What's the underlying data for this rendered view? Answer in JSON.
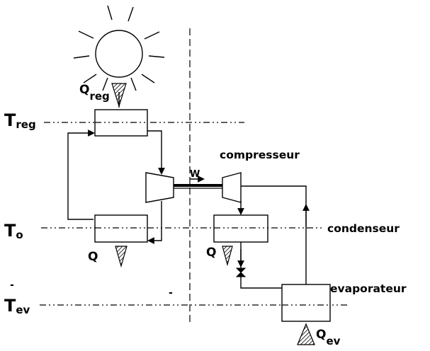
{
  "labels": {
    "t_reg": {
      "main": "T",
      "sub": "reg"
    },
    "t_o": {
      "main": "T",
      "sub": "o"
    },
    "t_ev": {
      "main": "T",
      "sub": "ev"
    },
    "q_reg": {
      "main": "Q",
      "sub": "reg"
    },
    "q_ev": {
      "main": "Q",
      "sub": "ev"
    },
    "q_left": "Q",
    "q_right": "Q",
    "w": "W",
    "compresseur": "compresseur",
    "condenseur": "condenseur",
    "evaporateur": "evaporateur"
  }
}
